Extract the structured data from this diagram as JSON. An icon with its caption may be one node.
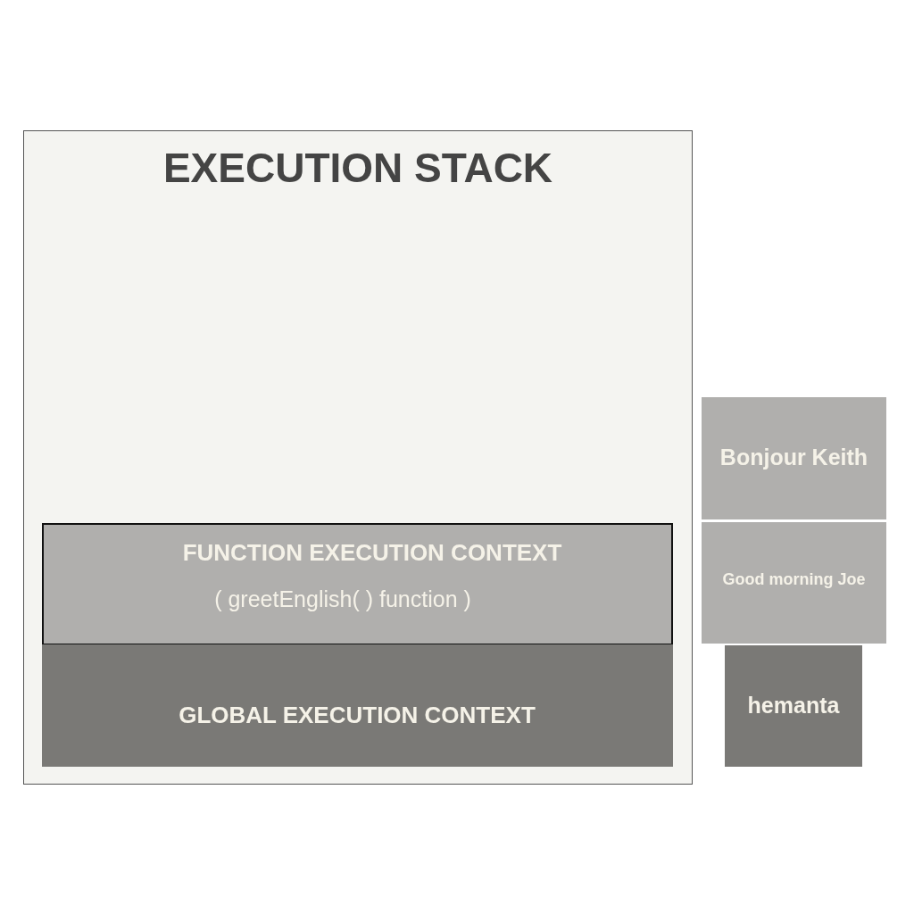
{
  "diagram": {
    "nodes": [
      {
        "text": [
          "EXECUTION STACK"
        ]
      },
      {
        "text": [
          "FUNCTION EXECUTION CONTEXT",
          "( greetEnglish( ) function )"
        ],
        "in": 0
      },
      {
        "text": [
          "GLOBAL EXECUTION CONTEXT"
        ],
        "in": 0
      },
      {
        "text": [
          "Bonjour Keith"
        ]
      },
      {
        "text": [
          "Good morning Joe"
        ]
      },
      {
        "text": [
          "hemanta"
        ]
      }
    ]
  }
}
